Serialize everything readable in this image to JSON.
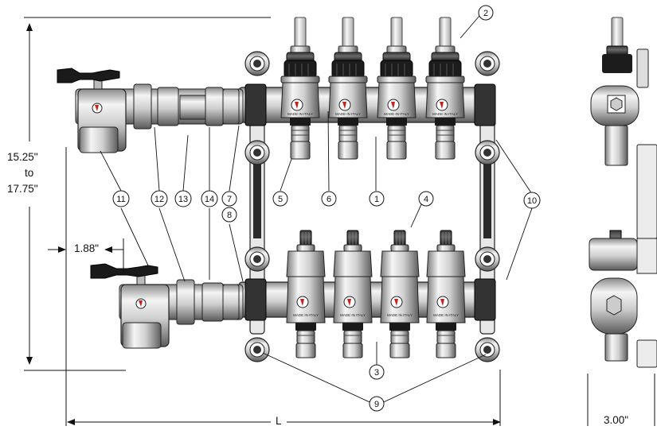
{
  "dimensions": {
    "height_top": "15.25\"",
    "height_to": "to",
    "height_bottom": "17.75\"",
    "offset": "1.88\"",
    "length": "L",
    "depth": "3.00\""
  },
  "callouts": {
    "c1": "1",
    "c2": "2",
    "c3": "3",
    "c4": "4",
    "c5": "5",
    "c6": "6",
    "c7": "7",
    "c8": "8",
    "c9": "9",
    "c10": "10",
    "c11": "11",
    "c12": "12",
    "c13": "13",
    "c14": "14"
  },
  "labels": {
    "made_in_italy": "MADE IN ITALY"
  },
  "colors": {
    "line": "#111111",
    "metal_light": "#f2f2f2",
    "metal_mid": "#bdbdbd",
    "metal_dark": "#555555",
    "black": "#141414",
    "red_accent": "#c8201b"
  }
}
